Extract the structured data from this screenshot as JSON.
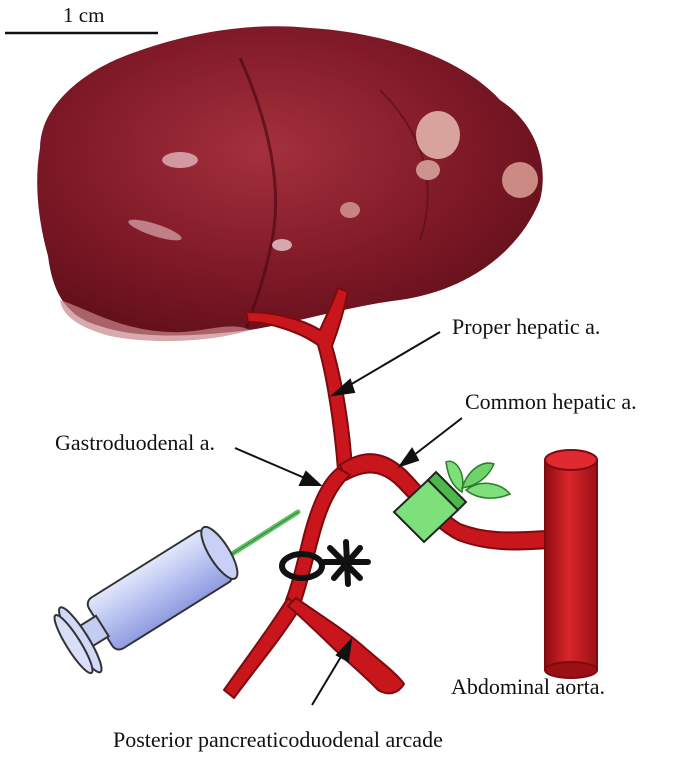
{
  "scale_bar": {
    "label": "1 cm"
  },
  "labels": {
    "proper_hepatic": "Proper hepatic a.",
    "common_hepatic": "Common hepatic a.",
    "gastroduodenal": "Gastroduodenal a.",
    "abdominal_aorta": "Abdominal aorta.",
    "posterior_arcade": "Posterior pancreaticoduodenal arcade"
  },
  "colors": {
    "liver": "#8a1c2a",
    "artery": "#c8161c",
    "clamp": "#7ee07a",
    "syringe": "#b9c3f3",
    "needle": "#6fcf73"
  }
}
